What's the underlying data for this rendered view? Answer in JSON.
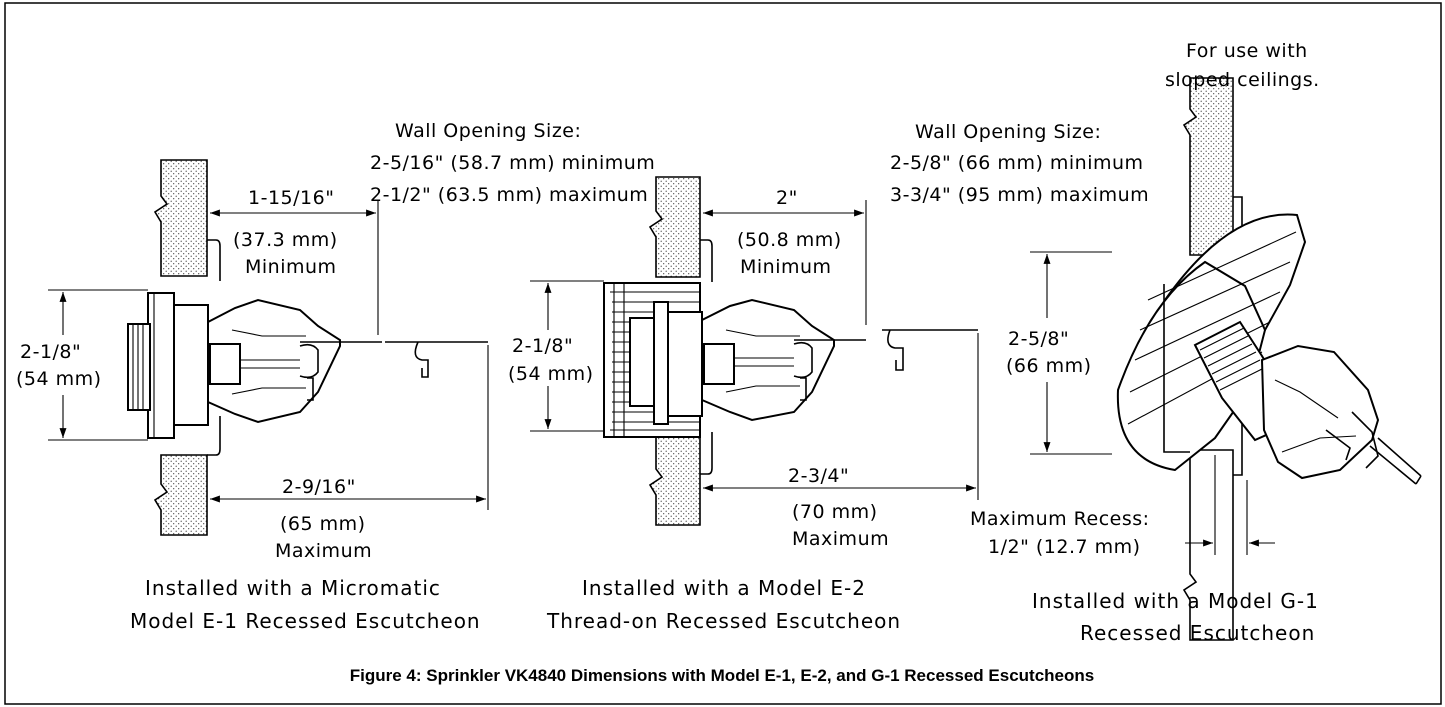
{
  "figure": {
    "caption": "Figure 4:  Sprinkler VK4840 Dimensions with Model E-1, E-2, and G-1 Recessed Escutcheons"
  },
  "panel_e1": {
    "dim_min_top": "1-15/16\"",
    "dim_min_mm": "(37.3 mm)",
    "dim_min_word": "Minimum",
    "dim_height": "2-1/8\"",
    "dim_height_mm": "(54 mm)",
    "dim_max_top": "2-9/16\"",
    "dim_max_mm": "(65 mm)",
    "dim_max_word": "Maximum",
    "caption_line1": "Installed with a Micromatic",
    "caption_line2": "Model E-1 Recessed Escutcheon"
  },
  "panel_e2": {
    "wall_opening_title": "Wall Opening Size:",
    "wall_opening_min": "2-5/16\" (58.7 mm) minimum",
    "wall_opening_max": "2-1/2\" (63.5 mm) maximum",
    "dim_min_top": "2\"",
    "dim_min_mm": "(50.8 mm)",
    "dim_min_word": "Minimum",
    "dim_height": "2-1/8\"",
    "dim_height_mm": "(54 mm)",
    "dim_max_top": "2-3/4\"",
    "dim_max_mm": "(70 mm)",
    "dim_max_word": "Maximum",
    "caption_line1": "Installed with a Model E-2",
    "caption_line2": "Thread-on Recessed Escutcheon"
  },
  "panel_g1": {
    "note_line1": "For use with",
    "note_line2": "sloped ceilings.",
    "wall_opening_title": "Wall Opening Size:",
    "wall_opening_min": "2-5/8\" (66 mm) minimum",
    "wall_opening_max": "3-3/4\" (95 mm) maximum",
    "dim_height": "2-5/8\"",
    "dim_height_mm": "(66 mm)",
    "recess_title": "Maximum Recess:",
    "recess_value": "1/2\" (12.7 mm)",
    "caption_line1": "Installed with a Model G-1",
    "caption_line2": "Recessed Escutcheon"
  }
}
